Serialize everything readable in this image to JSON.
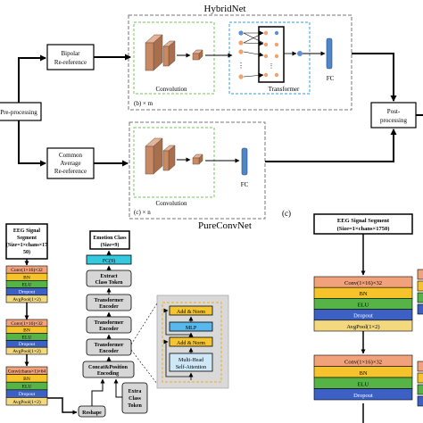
{
  "top": {
    "hybridnet_title": "HybridNet",
    "pureconvnet_title": "PureConvNet",
    "preprocessing": "Pre-processing",
    "bipolar": [
      "Bipolar",
      "Re-reference"
    ],
    "car": [
      "Common",
      "Average",
      "Re-reference"
    ],
    "convolution_label": "Convolution",
    "transformer_label": "Transformer",
    "fc_label": "FC",
    "mult_b": "(b) × m",
    "mult_c": "(c) × n",
    "post": [
      "Post-",
      "processing"
    ],
    "panel_c_tag": "(c)"
  },
  "left_stack": {
    "title": [
      "EEG Signal",
      "Segment",
      "(Size=1×chans×17",
      "50)"
    ],
    "block1": [
      "Conv(1×16)×32",
      "BN",
      "ELU",
      "Dropout",
      "AvgPool(1×2)"
    ],
    "block2_visible": [
      "Conv(1×16)×32",
      "BN",
      "ELU",
      "Dropout",
      "AvgPool(1×2)"
    ],
    "block3": [
      "Conv(chans×1)×64",
      "BN",
      "ELU",
      "Dropout",
      "AvgPool(1×2)"
    ]
  },
  "middle_stack": {
    "title": [
      "Emotion Class",
      "(Size=9)"
    ],
    "fc": "FC(9)",
    "extract": [
      "Extract",
      "Class Token"
    ],
    "encoder": [
      "Transformer",
      "Encoder"
    ],
    "concat": [
      "Concat&Position",
      "Encoding"
    ],
    "reshape": "Reshape",
    "extra": [
      "Extra",
      "Class",
      "Token"
    ]
  },
  "detail": {
    "add_norm": "Add & Norm",
    "mlp": "MLP",
    "mhsa": [
      "Multi-Head",
      "Self-Attention"
    ]
  },
  "right_stack": {
    "title": [
      "EEG Signal Segment",
      "(Size=1×chans×1750)"
    ],
    "block1": [
      "Conv(1×16)×32",
      "BN",
      "ELU",
      "Dropout",
      "AvgPool(1×2)"
    ],
    "block2": [
      "Conv(1×16)×32",
      "BN",
      "ELU",
      "Dropout"
    ]
  },
  "colors": {
    "conv": "#f2a27a",
    "bn": "#f6c42a",
    "elu": "#56b447",
    "dropout": "#3c60c4",
    "avgpool": "#f3d87e",
    "fc": "#33c9df",
    "encoder": "#d6d6d6",
    "mlp": "#57b8ee",
    "add_norm": "#f4c431",
    "mhsa": "#cfe8f7",
    "dashed_green": "#8fcf7b",
    "dashed_blue": "#5aaee6",
    "cuboid": "#c98a63",
    "fc_bar": "#4f86c6"
  }
}
